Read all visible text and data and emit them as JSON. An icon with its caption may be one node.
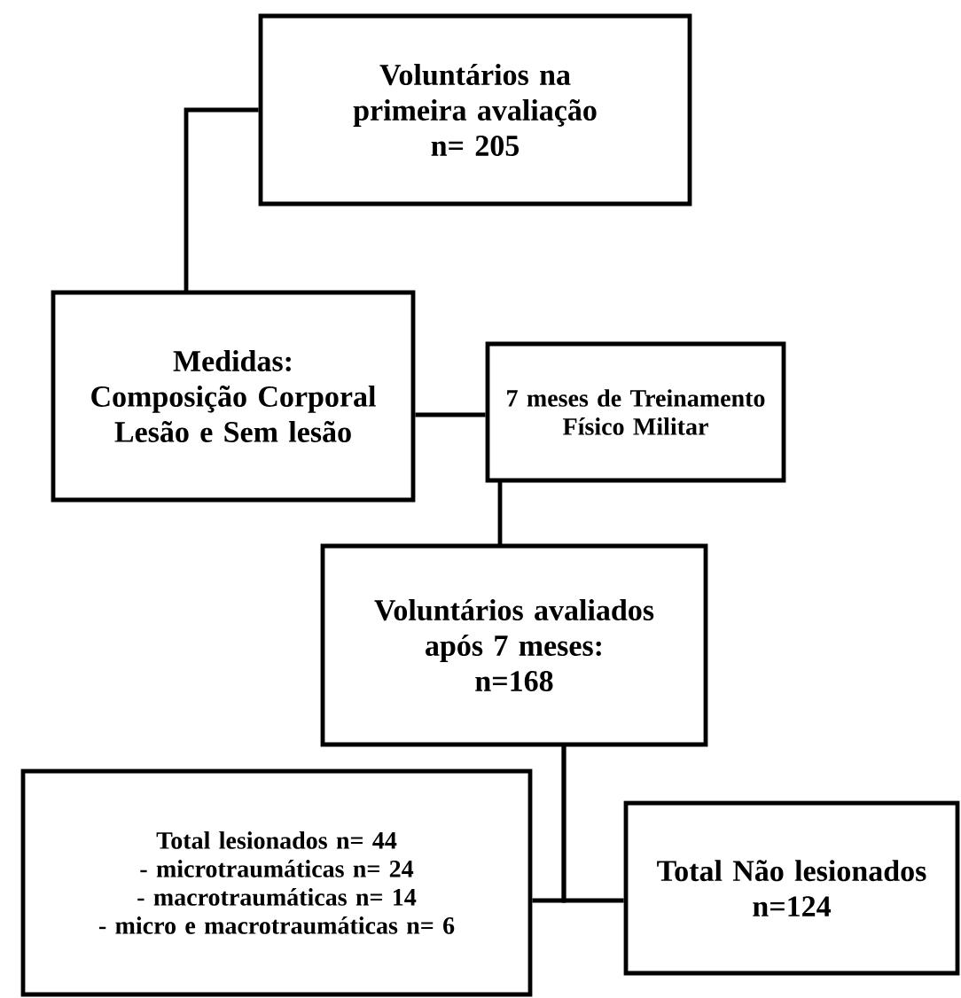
{
  "diagram": {
    "nodes": [
      {
        "text": [
          "Voluntários na primeira avaliação",
          "n= 205"
        ]
      },
      {
        "text": [
          "Medidas:",
          "Composição Corporal",
          "Lesão e Sem lesão"
        ]
      },
      {
        "text": [
          "7 meses de Treinamento Físico Militar"
        ]
      },
      {
        "text": [
          "Voluntários avaliados após 7 meses:",
          "n=168"
        ]
      },
      {
        "text": [
          "Total lesionados n= 44",
          "- microtraumáticas n= 24",
          "- macrotraumáticas n= 14",
          "- micro e macrotraumáticas n= 6"
        ]
      },
      {
        "text": [
          "Total Não lesionados",
          "n=124"
        ]
      }
    ],
    "edges": [
      {
        "from": 0,
        "to": 1,
        "arrow": "none"
      },
      {
        "from": 1,
        "to": 2,
        "arrow": "none"
      },
      {
        "from": 2,
        "to": 3,
        "arrow": "none"
      },
      {
        "from": 3,
        "to": 4,
        "arrow": "none"
      },
      {
        "from": 3,
        "to": 5,
        "arrow": "none"
      }
    ]
  }
}
